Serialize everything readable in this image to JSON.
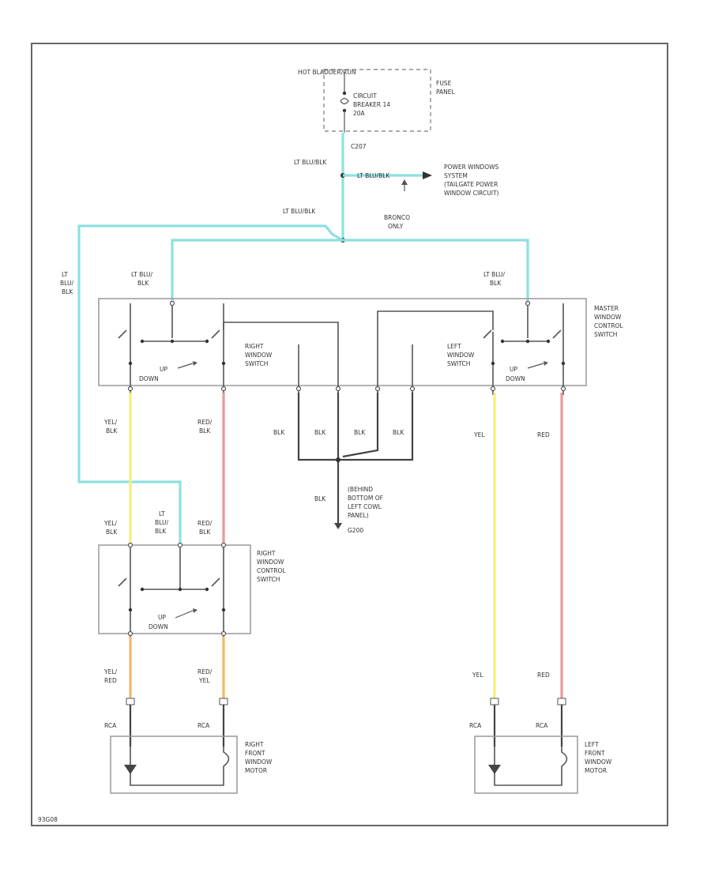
{
  "fuse_block": {
    "hot_label": "HOT BLADDER/RUN",
    "panel_label": [
      "FUSE",
      "PANEL"
    ],
    "breaker_label": [
      "CIRCUIT",
      "BREAKER 14",
      "20A"
    ]
  },
  "splice": "C207",
  "feed_wires": {
    "top_left": "LT BLU/BLK",
    "branch": "LT BLU/BLK",
    "mid_left": "LT BLU/BLK"
  },
  "other_system": [
    "POWER WINDOWS",
    "SYSTEM",
    "(TAILGATE POWER",
    "WINDOW CIRCUIT)"
  ],
  "bronco_only": [
    "BRONCO",
    "ONLY"
  ],
  "left_side_wire": [
    "LT",
    "BLU/",
    "BLK"
  ],
  "master_switch": {
    "title": [
      "MASTER",
      "WINDOW",
      "CONTROL",
      "SWITCH"
    ],
    "left_feed": [
      "LT BLU/",
      "BLK"
    ],
    "right_feed": [
      "LT BLU/",
      "BLK"
    ],
    "right_window": [
      "RIGHT",
      "WINDOW",
      "SWITCH"
    ],
    "left_window": [
      "LEFT",
      "WINDOW",
      "SWITCH"
    ],
    "up_label": "UP",
    "down_label": "DOWN"
  },
  "wires": {
    "yel_blk": [
      "YEL/",
      "BLK"
    ],
    "red_blk": [
      "RED/",
      "BLK"
    ],
    "blk": "BLK",
    "yel": "YEL",
    "red": "RED",
    "yel_red": [
      "YEL/",
      "RED"
    ],
    "red_yel": [
      "RED/",
      "YEL"
    ]
  },
  "ground": [
    "(BEHIND",
    "BOTTOM OF",
    "LEFT COWL",
    "PANEL)",
    "G200"
  ],
  "right_switch": {
    "title": [
      "RIGHT",
      "WINDOW",
      "CONTROL",
      "SWITCH"
    ],
    "lt_blu_blk": [
      "LT",
      "BLU/",
      "BLK"
    ],
    "up_down": [
      "UP",
      "DOWN"
    ]
  },
  "connector": "RCA",
  "motors": {
    "right": [
      "RIGHT",
      "FRONT",
      "WINDOW",
      "MOTOR"
    ],
    "left": [
      "LEFT",
      "FRONT",
      "WINDOW",
      "MOTOR"
    ]
  },
  "figure_id": "93G08"
}
